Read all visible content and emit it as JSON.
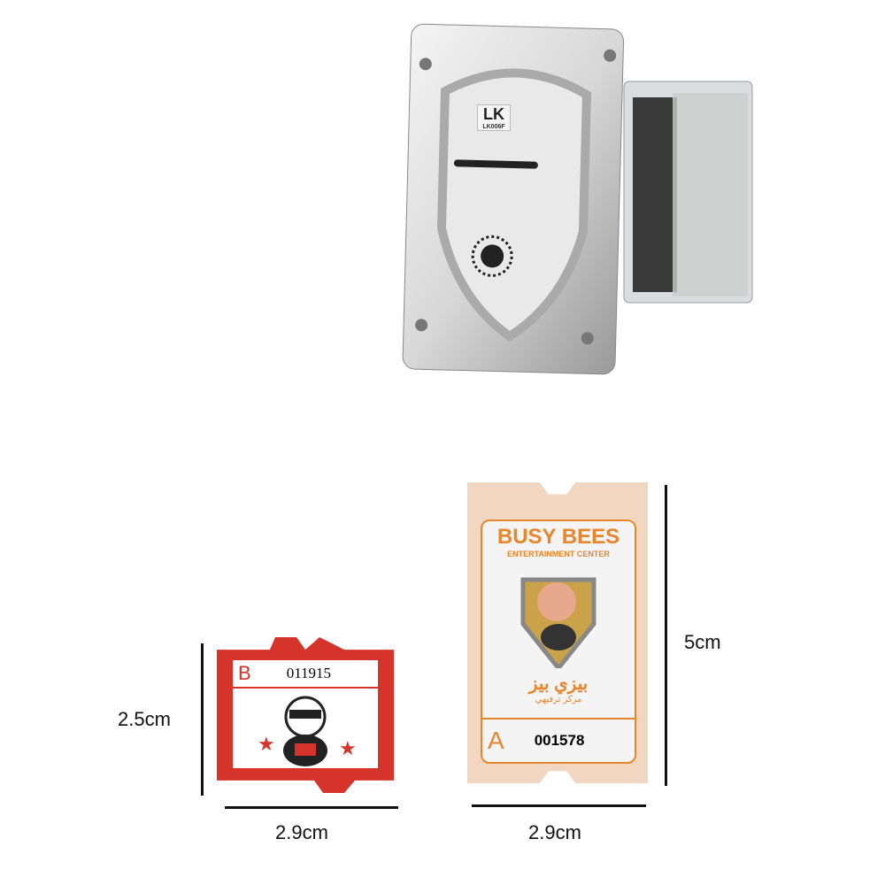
{
  "device": {
    "brand_logo": "LK",
    "model": "LK006F"
  },
  "small_ticket": {
    "letter": "B",
    "number": "011915",
    "color": "#d6332a"
  },
  "large_ticket": {
    "title": "BUSY BEES",
    "subtitle": "ENTERTAINMENT CENTER",
    "arabic_title": "بيزي بيز",
    "arabic_subtitle": "مركز ترفيهي",
    "letter": "A",
    "number": "001578",
    "color": "#e8862e"
  },
  "dimensions": {
    "small_height": "2.5cm",
    "small_width": "2.9cm",
    "large_height": "5cm",
    "large_width": "2.9cm"
  }
}
